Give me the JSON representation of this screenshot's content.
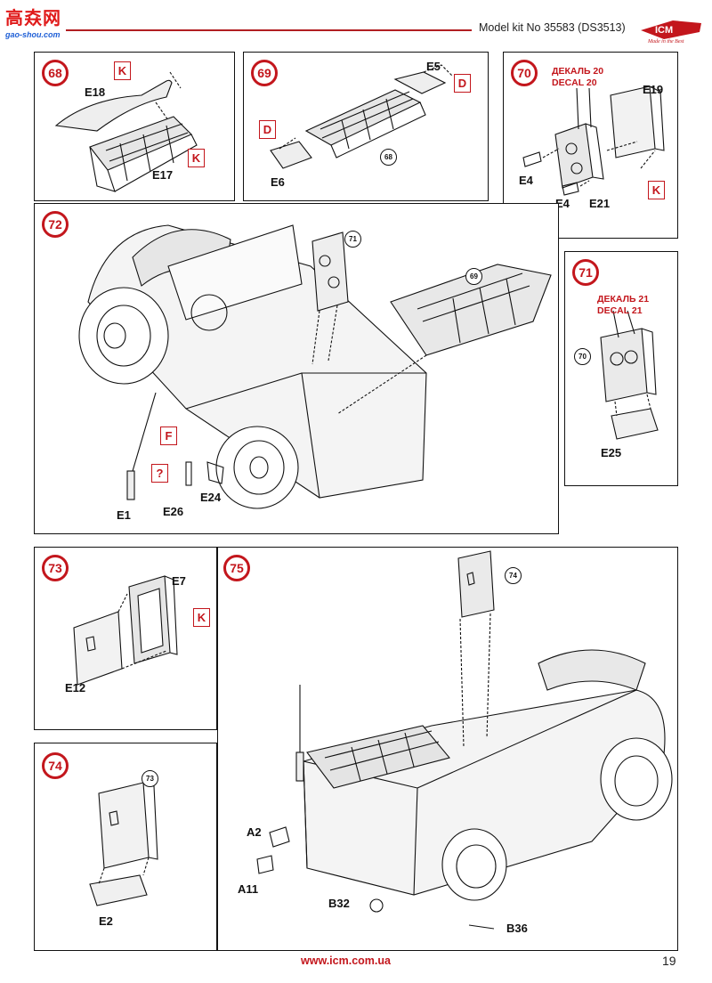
{
  "header": {
    "watermark_title": "高𡘙网",
    "watermark_sub": "gao-shou.com",
    "kit_title": "Model kit No 35583 (DS3513)",
    "brand": "ICM",
    "brand_tagline": "Made in the Best"
  },
  "steps": {
    "s68": {
      "num": "68",
      "parts": [
        "E18",
        "E17"
      ],
      "codes": [
        "K",
        "K"
      ]
    },
    "s69": {
      "num": "69",
      "parts": [
        "E5",
        "E6"
      ],
      "codes": [
        "D",
        "D"
      ],
      "refs": [
        "68"
      ]
    },
    "s70": {
      "num": "70",
      "parts": [
        "E19",
        "E4",
        "E4",
        "E21"
      ],
      "codes": [
        "K"
      ],
      "decal_ru": "ДЕКАЛЬ 20",
      "decal_en": "DECAL 20"
    },
    "s71": {
      "num": "71",
      "parts": [
        "E25"
      ],
      "refs": [
        "70"
      ],
      "decal_ru": "ДЕКАЛЬ 21",
      "decal_en": "DECAL 21"
    },
    "s72": {
      "num": "72",
      "parts": [
        "E1",
        "E26",
        "E24"
      ],
      "codes": [
        "F",
        "?"
      ],
      "refs": [
        "71",
        "69"
      ]
    },
    "s73": {
      "num": "73",
      "parts": [
        "E7",
        "E12"
      ],
      "codes": [
        "K"
      ]
    },
    "s74": {
      "num": "74",
      "parts": [
        "E2"
      ],
      "refs": [
        "73"
      ]
    },
    "s75": {
      "num": "75",
      "parts": [
        "A2",
        "A11",
        "B32",
        "B36"
      ],
      "refs": [
        "74"
      ]
    }
  },
  "footer": {
    "url": "www.icm.com.ua",
    "page": "19"
  },
  "colors": {
    "accent": "#c3161c",
    "line": "#111111"
  }
}
